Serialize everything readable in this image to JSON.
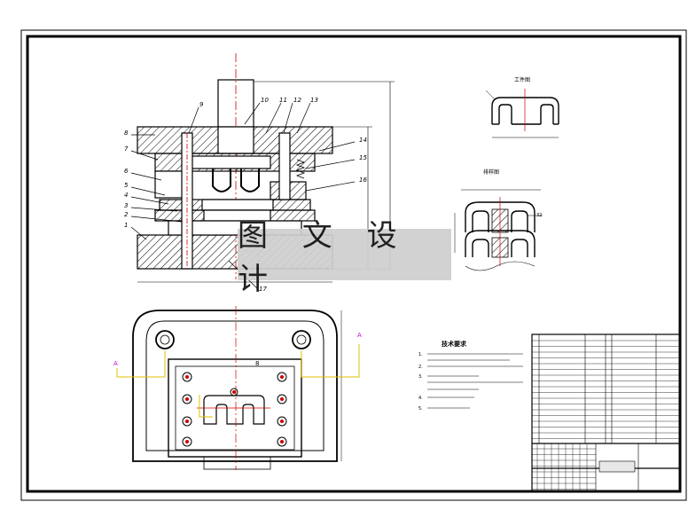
{
  "watermark": "图 文 设 计",
  "colors": {
    "line": "#000000",
    "hatch": "#000000",
    "center": "#cc0000",
    "dim": "#cc00cc",
    "leader": "#e0c000"
  },
  "part_numbers": [
    "1",
    "2",
    "3",
    "4",
    "5",
    "6",
    "7",
    "8",
    "9",
    "10",
    "11",
    "12",
    "13",
    "14",
    "15",
    "16",
    "17"
  ],
  "part_labels_left": [
    "8",
    "7",
    "6",
    "5",
    "4",
    "3",
    "2",
    "1"
  ],
  "part_labels_top": [
    "9",
    "10",
    "11",
    "12",
    "13"
  ],
  "part_labels_right": [
    "14",
    "15",
    "16"
  ],
  "part_label_bottom": "17",
  "tech_title": "技术要求",
  "tech_items": [
    "1.",
    "2.",
    "3.",
    "4.",
    "5."
  ],
  "view_label_a": "A",
  "view_label_hole": "8",
  "side_view_titles": [
    "工件图",
    "排样图"
  ],
  "strip_dim_label": "32"
}
